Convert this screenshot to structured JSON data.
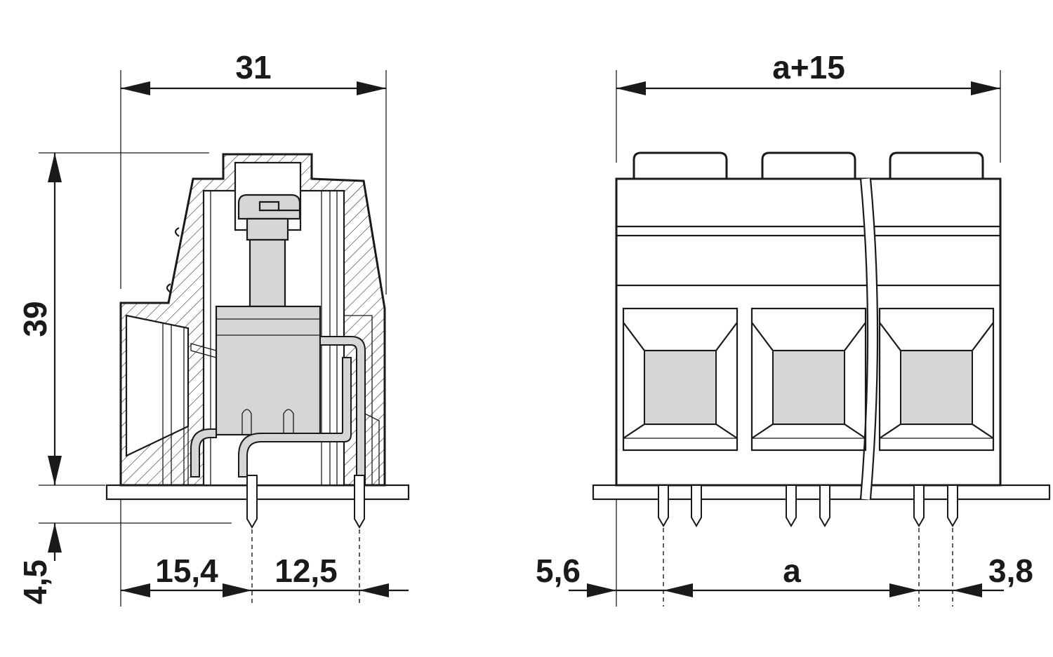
{
  "colors": {
    "line": "#1a1a1a",
    "fill_grey": "#d6d6d6",
    "hatch": "#1a1a1a",
    "background": "#ffffff"
  },
  "side_view": {
    "width_label": "31",
    "height_label": "39",
    "pin_length_label": "4,5",
    "left_offset_label": "15,4",
    "pitch_label": "12,5"
  },
  "front_view": {
    "width_label": "a+15",
    "left_offset_label": "5,6",
    "span_label": "a",
    "right_offset_label": "3,8"
  }
}
